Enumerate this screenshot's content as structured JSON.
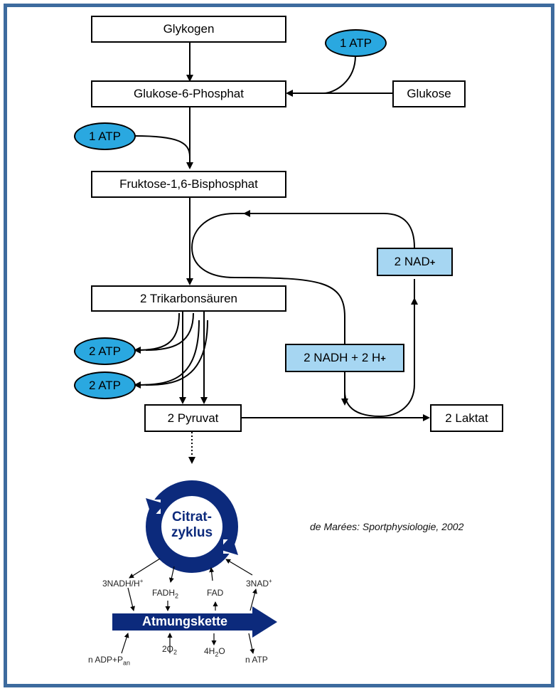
{
  "boxes": {
    "glykogen": "Glykogen",
    "g6p": "Glukose-6-Phosphat",
    "glukose": "Glukose",
    "f16bp": "Fruktose-1,6-Bisphosphat",
    "trikarbon": "2 Trikarbonsäuren",
    "pyruvat": "2 Pyruvat",
    "laktat": "2 Laktat"
  },
  "nad": {
    "text": "2 NAD",
    "sup": "+"
  },
  "nadh": {
    "text": "2 NADH + 2 H",
    "sup": "+"
  },
  "atp": {
    "top": "1 ATP",
    "left": "1 ATP",
    "out1": "2 ATP",
    "out2": "2 ATP"
  },
  "cycle": {
    "line1": "Citrat-",
    "line2": "zyklus"
  },
  "atmungskette": "Atmungskette",
  "labels": {
    "nadh_h": "3NADH/H",
    "nadh_h_sup": "+",
    "fadh2_base": "FADH",
    "fadh2_sub": "2",
    "fad": "FAD",
    "nad_base": "3NAD",
    "nad_sup": "+",
    "adp_base": "n ADP+P",
    "adp_sub": "an",
    "o2_base": "2O",
    "o2_sub": "2",
    "h2o_a": "4H",
    "h2o_sub": "2",
    "h2o_b": "O",
    "atp_n": "n ATP"
  },
  "citation": "de Marées: Sportphysiologie, 2002",
  "colors": {
    "frame": "#3d6b9e",
    "atp_fill": "#2aa8e0",
    "nad_fill": "#a6d6f2",
    "cycle": "#0c2a7c"
  }
}
